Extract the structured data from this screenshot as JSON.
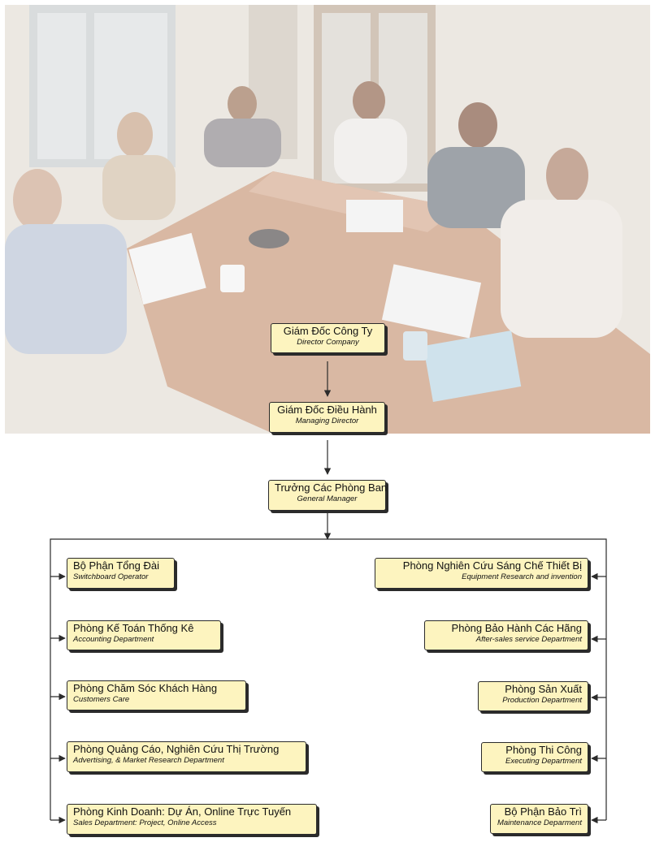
{
  "chart": {
    "director": {
      "vi": "Giám Đốc Công Ty",
      "en": "Director Company"
    },
    "managing": {
      "vi": "Giám Đốc Điều Hành",
      "en": "Managing Director"
    },
    "general": {
      "vi": "Trưởng Các Phòng Ban",
      "en": "General Manager"
    },
    "left": [
      {
        "vi": "Bộ Phận Tổng Đài",
        "en": "Switchboard Operator"
      },
      {
        "vi": "Phòng Kế Toán Thống Kê",
        "en": "Accounting Department"
      },
      {
        "vi": "Phòng Chăm Sóc Khách Hàng",
        "en": "Customers Care"
      },
      {
        "vi": "Phòng Quảng Cáo, Nghiên Cứu Thị Trường",
        "en": "Advertising, & Market Research Department"
      },
      {
        "vi": "Phòng Kinh Doanh: Dự Án, Online Trực Tuyến",
        "en": "Sales Department: Project, Online Access"
      }
    ],
    "right": [
      {
        "vi": "Phòng Nghiên Cứu Sáng Chế Thiết Bị",
        "en": "Equipment Research and invention"
      },
      {
        "vi": "Phòng Bảo Hành Các Hãng",
        "en": "After-sales service Department"
      },
      {
        "vi": "Phòng Sản Xuất",
        "en": "Production Department"
      },
      {
        "vi": "Phòng Thi Công",
        "en": "Executing Department"
      },
      {
        "vi": "Bộ Phận Bảo Trì",
        "en": "Maintenance Deparment"
      }
    ]
  },
  "colors": {
    "box_fill": "#fdf4bf",
    "box_border": "#2b2b2b",
    "line": "#2b2b2b"
  }
}
